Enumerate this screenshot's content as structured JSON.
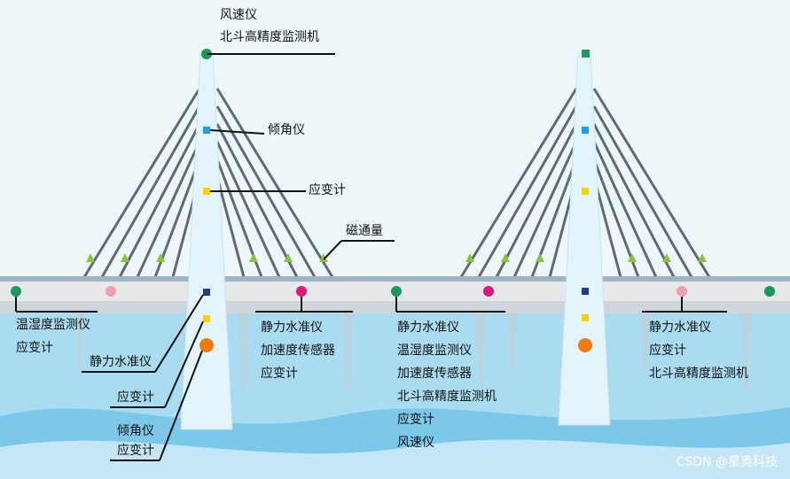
{
  "labels": {
    "top_line1": "风速仪",
    "top_line2": "北斗高精度监测机",
    "tilt_upper": "倾角仪",
    "strain_upper": "应变计",
    "magnetic_flux": "磁通量",
    "static_level_pylon": "静力水准仪",
    "strain_pylon": "应变计",
    "tilt_pylon_base": "倾角仪",
    "strain_pylon_base": "应变计"
  },
  "groups": {
    "left_deck": [
      "温湿度监测仪",
      "应变计"
    ],
    "mid_left": [
      "静力水准仪",
      "加速度传感器",
      "应变计"
    ],
    "mid_right": [
      "静力水准仪",
      "温湿度监测仪",
      "加速度传感器",
      "北斗高精度监测机",
      "应变计",
      "风速仪"
    ],
    "right_deck": [
      "静力水准仪",
      "应变计",
      "北斗高精度监测机"
    ]
  },
  "watermark": "CSDN @星奥科技",
  "colors": {
    "sky": "#eef8fb",
    "water": "#a9dcf0",
    "water_deep": "#7cc8ea",
    "deck": "#e6e8ea",
    "cable": "#5f6a72",
    "pylon": "#e4f4fb",
    "green_dot": "#1a9a5a",
    "pink_dot": "#f2a0b0",
    "magenta_dot": "#e0157e",
    "blue_sq": "#1c9ef0",
    "yellow_sq": "#ffd000",
    "navy_sq": "#223c8a",
    "orange_dot": "#f07a10",
    "triangle": "#8ac43a"
  }
}
